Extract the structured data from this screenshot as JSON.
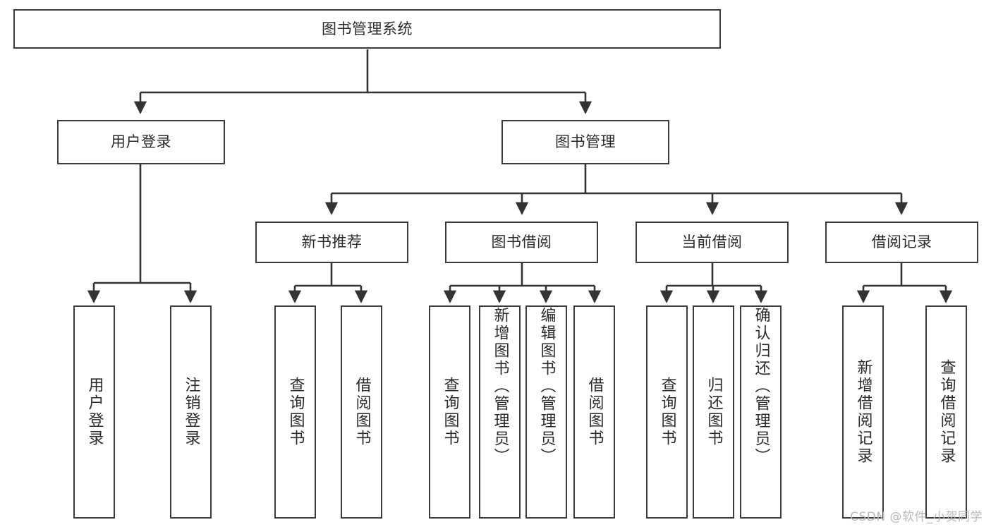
{
  "diagram": {
    "title": "图书管理系统",
    "type": "tree",
    "watermark": "CSDN @软件_小贺同学",
    "colors": {
      "box_border": "#3b3b3b",
      "box_fill": "#ffffff",
      "connector": "#333333",
      "text": "#2b2b2b",
      "watermark": "#b9b9b9"
    },
    "root": {
      "label": "图书管理系统"
    },
    "level2": [
      {
        "label": "用户登录"
      },
      {
        "label": "图书管理"
      }
    ],
    "level3": [
      {
        "label": "新书推荐"
      },
      {
        "label": "图书借阅"
      },
      {
        "label": "当前借阅"
      },
      {
        "label": "借阅记录"
      }
    ],
    "leaves": {
      "user_login": [
        {
          "label": "用户登录"
        },
        {
          "label": "注销登录"
        }
      ],
      "new_book_recommend": [
        {
          "label": "查询图书"
        },
        {
          "label": "借阅图书"
        }
      ],
      "book_borrow": [
        {
          "label": "查询图书"
        },
        {
          "label": "新增图书（管理员）"
        },
        {
          "label": "编辑图书（管理员）"
        },
        {
          "label": "借阅图书"
        }
      ],
      "current_borrow": [
        {
          "label": "查询图书"
        },
        {
          "label": "归还图书"
        },
        {
          "label": "确认归还（管理员）"
        }
      ],
      "borrow_record": [
        {
          "label": "新增借阅记录"
        },
        {
          "label": "查询借阅记录"
        }
      ]
    }
  }
}
